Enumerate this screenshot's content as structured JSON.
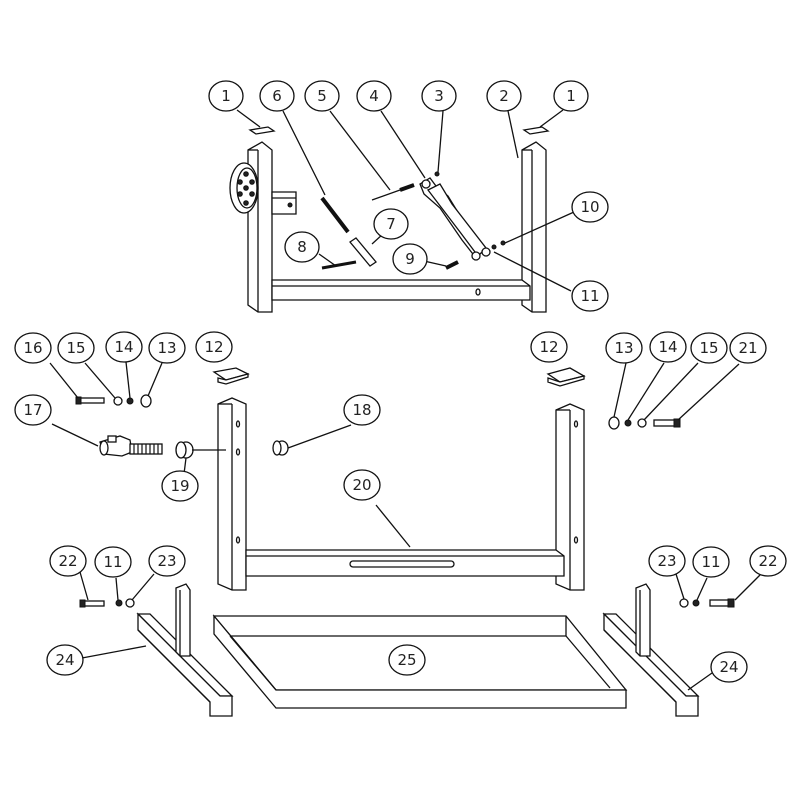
{
  "callouts": [
    {
      "id": "c1a",
      "label": "1"
    },
    {
      "id": "c6",
      "label": "6"
    },
    {
      "id": "c5",
      "label": "5"
    },
    {
      "id": "c4",
      "label": "4"
    },
    {
      "id": "c3",
      "label": "3"
    },
    {
      "id": "c2",
      "label": "2"
    },
    {
      "id": "c1b",
      "label": "1"
    },
    {
      "id": "c10",
      "label": "10"
    },
    {
      "id": "c7",
      "label": "7"
    },
    {
      "id": "c8",
      "label": "8"
    },
    {
      "id": "c9",
      "label": "9"
    },
    {
      "id": "c11a",
      "label": "11"
    },
    {
      "id": "c16",
      "label": "16"
    },
    {
      "id": "c15a",
      "label": "15"
    },
    {
      "id": "c14a",
      "label": "14"
    },
    {
      "id": "c13a",
      "label": "13"
    },
    {
      "id": "c12a",
      "label": "12"
    },
    {
      "id": "c12b",
      "label": "12"
    },
    {
      "id": "c13b",
      "label": "13"
    },
    {
      "id": "c14b",
      "label": "14"
    },
    {
      "id": "c15b",
      "label": "15"
    },
    {
      "id": "c21",
      "label": "21"
    },
    {
      "id": "c17",
      "label": "17"
    },
    {
      "id": "c18",
      "label": "18"
    },
    {
      "id": "c19",
      "label": "19"
    },
    {
      "id": "c20",
      "label": "20"
    },
    {
      "id": "c22a",
      "label": "22"
    },
    {
      "id": "c11b",
      "label": "11"
    },
    {
      "id": "c23a",
      "label": "23"
    },
    {
      "id": "c23b",
      "label": "23"
    },
    {
      "id": "c11c",
      "label": "11"
    },
    {
      "id": "c22b",
      "label": "22"
    },
    {
      "id": "c24a",
      "label": "24"
    },
    {
      "id": "c25",
      "label": "25"
    },
    {
      "id": "c24b",
      "label": "24"
    }
  ]
}
